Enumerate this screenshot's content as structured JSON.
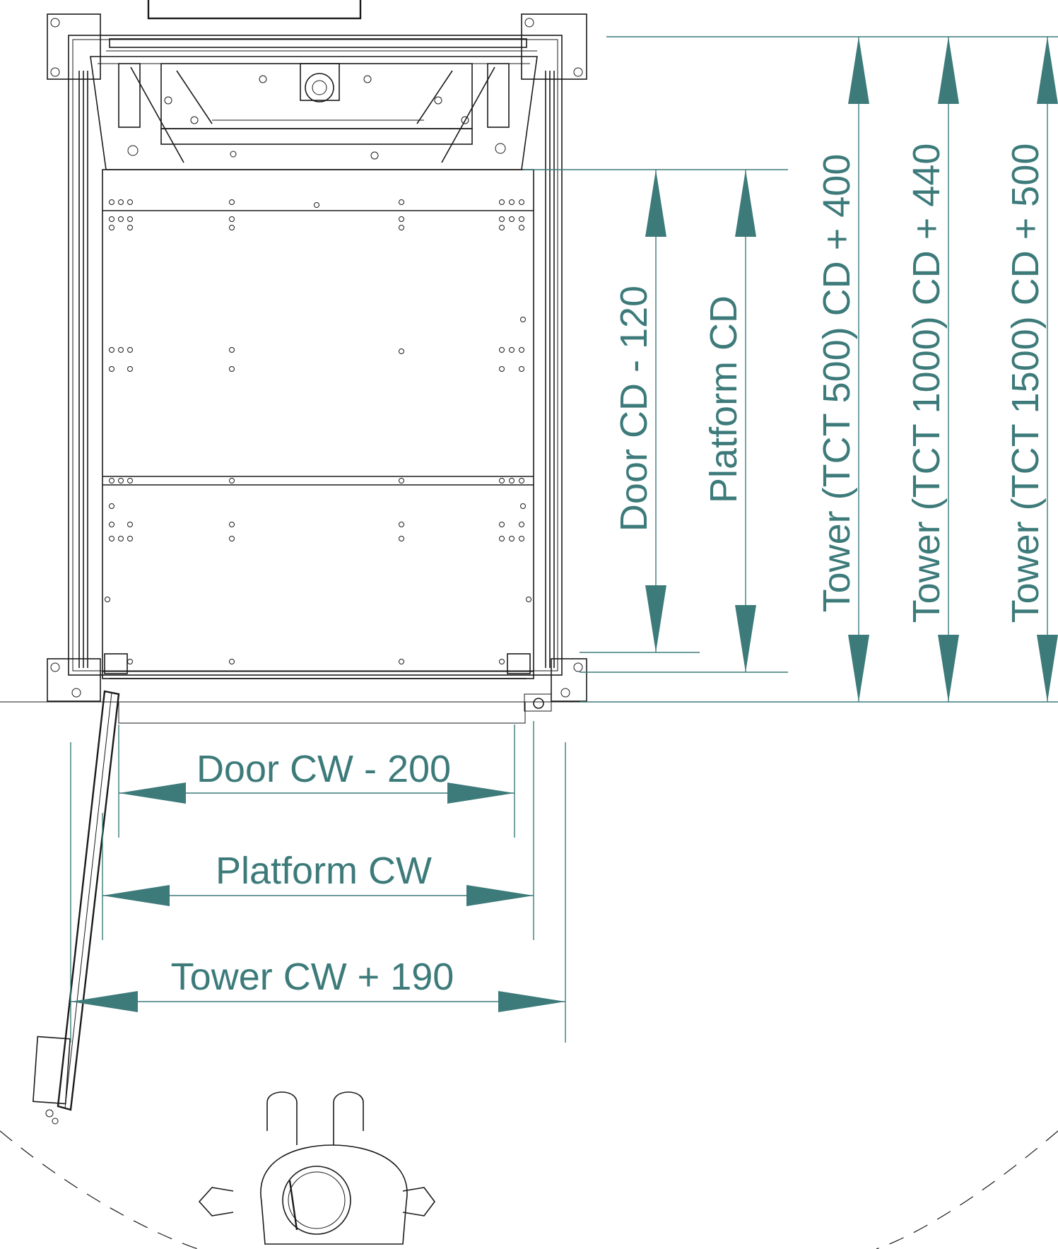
{
  "colors": {
    "dimension": "#3d7a7a",
    "linework": "#1a1a1a",
    "background": "#ffffff"
  },
  "labels": {
    "door_cd": "Door  CD - 120",
    "platform_cd": "Platform  CD",
    "tower_tct500": "Tower (TCT 500) CD + 400",
    "tower_tct1000": "Tower (TCT 1000) CD + 440",
    "tower_tct1500": "Tower (TCT 1500) CD + 500",
    "door_cw": "Door CW - 200",
    "platform_cw": "Platform CW",
    "tower_cw": "Tower  CW + 190"
  }
}
